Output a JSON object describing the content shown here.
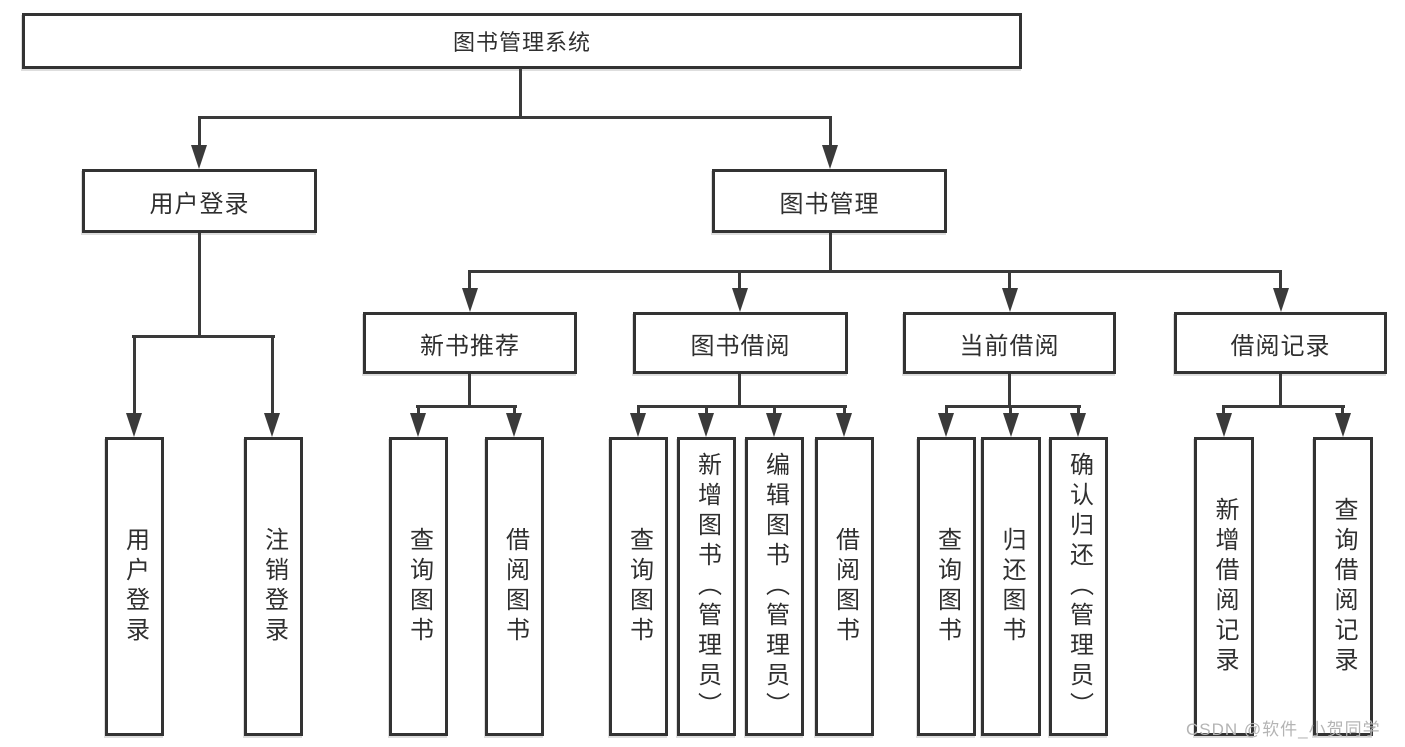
{
  "tree": {
    "root": {
      "label": "图书管理系统"
    },
    "level2": [
      {
        "label": "用户登录",
        "children": [
          {
            "label": "用户登录"
          },
          {
            "label": "注销登录"
          }
        ]
      },
      {
        "label": "图书管理",
        "children": [
          {
            "label": "新书推荐",
            "children": [
              {
                "label": "查询图书"
              },
              {
                "label": "借阅图书"
              }
            ]
          },
          {
            "label": "图书借阅",
            "children": [
              {
                "label": "查询图书"
              },
              {
                "label": "新增图书（管理员）"
              },
              {
                "label": "编辑图书（管理员）"
              },
              {
                "label": "借阅图书"
              }
            ]
          },
          {
            "label": "当前借阅",
            "children": [
              {
                "label": "查询图书"
              },
              {
                "label": "归还图书"
              },
              {
                "label": "确认归还（管理员）"
              }
            ]
          },
          {
            "label": "借阅记录",
            "children": [
              {
                "label": "新增借阅记录"
              },
              {
                "label": "查询借阅记录"
              }
            ]
          }
        ]
      }
    ]
  },
  "watermark": {
    "text": "CSDN @软件_小贺同学"
  },
  "colors": {
    "background": "#ffffff",
    "box_border": "#333333",
    "connector_line": "#3a3a3a",
    "text": "#2f2f2f",
    "watermark_text": "#b4b4b4"
  }
}
